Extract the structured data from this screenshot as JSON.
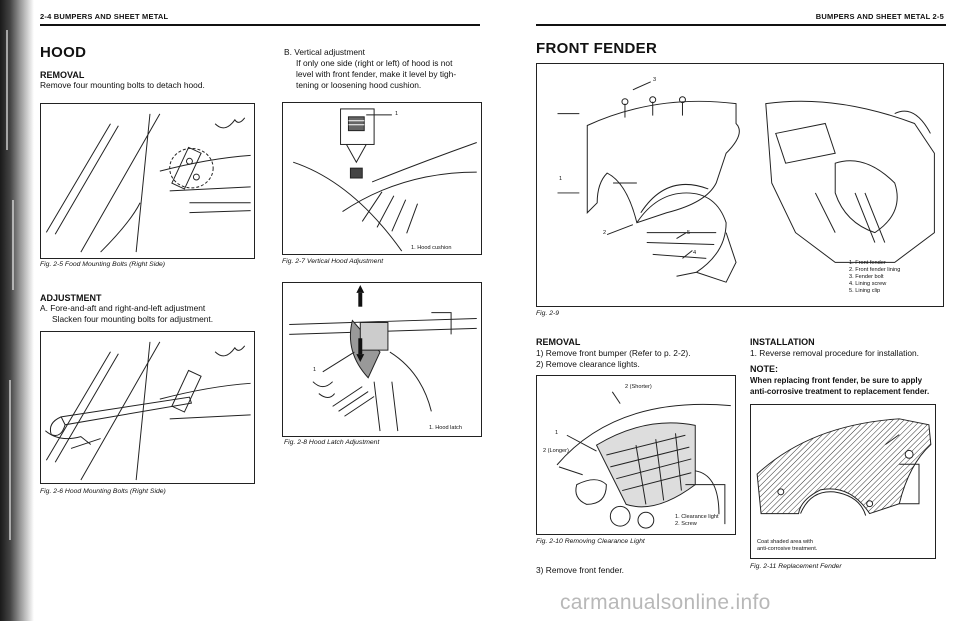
{
  "left_page": {
    "running_header": "2-4 BUMPERS AND SHEET METAL",
    "title": "HOOD",
    "removal": {
      "heading": "REMOVAL",
      "text": "Remove four mounting bolts to detach hood."
    },
    "adjustment": {
      "heading": "ADJUSTMENT",
      "item_a_1": "A. Fore-and-aft and right-and-left adjustment",
      "item_a_2": "Slacken four mounting bolts for adjustment.",
      "item_b_1": "B. Vertical adjustment",
      "item_b_2": "If only one side (right or left) of hood is not",
      "item_b_3": "level with front fender, make it level by tigh-",
      "item_b_4": "tening or loosening hood cushion."
    },
    "figures": {
      "fig_2_5": "Fig. 2-5 Food Mounting Bolts (Right Side)",
      "fig_2_6": "Fig. 2-6 Hood Mounting Bolts (Right Side)",
      "fig_2_7": "Fig. 2-7 Vertical Hood Adjustment",
      "fig_2_7_callout": "1",
      "fig_2_7_legend": "1. Hood cushion",
      "fig_2_8": "Fig. 2-8 Hood Latch Adjustment",
      "fig_2_8_callout": "1",
      "fig_2_8_legend": "1. Hood latch"
    }
  },
  "right_page": {
    "running_header": "BUMPERS AND SHEET METAL 2-5",
    "title": "FRONT FENDER",
    "fig_2_9": {
      "caption": "Fig. 2-9",
      "callouts": [
        "1",
        "2",
        "3",
        "4",
        "5"
      ],
      "legend": [
        "1. Front fender",
        "2. Front fender lining",
        "3. Fender bolt",
        "4. Lining screw",
        "5. Lining clip"
      ]
    },
    "removal": {
      "heading": "REMOVAL",
      "step_1": "1) Remove front bumper (Refer to p. 2-2).",
      "step_2": "2) Remove clearance lights.",
      "step_3": "3) Remove front fender."
    },
    "fig_2_10": {
      "caption": "Fig. 2-10 Removing Clearance Light",
      "label_shorter": "2 (Shorter)",
      "label_longer": "2 (Longer)",
      "label_1": "1",
      "legend": [
        "1. Clearance light",
        "2. Screw"
      ]
    },
    "installation": {
      "heading": "INSTALLATION",
      "step_1": "1. Reverse removal procedure for installation.",
      "note_heading": "NOTE:",
      "note_1": "When replacing front fender, be sure to apply",
      "note_2": "anti-corrosive treatment to replacement fender."
    },
    "fig_2_11": {
      "caption": "Fig. 2-11 Replacement Fender",
      "note_1": "Coat shaded area with",
      "note_2": "anti-corrosive treatment."
    }
  },
  "watermark": "carmanualsonline.info",
  "colors": {
    "ink": "#111111",
    "paper": "#ffffff",
    "watermark": "#b8b8b8"
  }
}
